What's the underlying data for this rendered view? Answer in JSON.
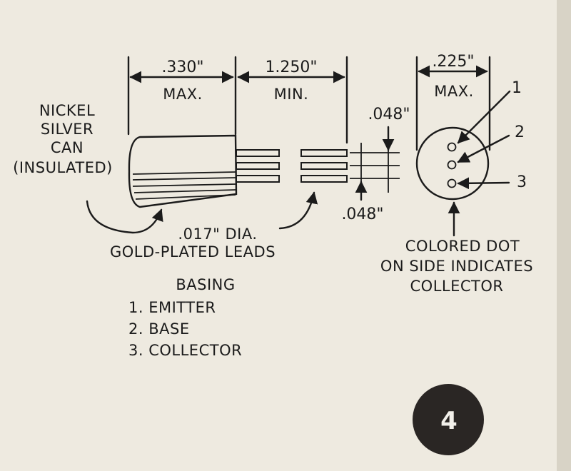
{
  "dimensions": {
    "can_length": ".330\"",
    "can_length_qualifier": "MAX.",
    "lead_length": "1.250\"",
    "lead_length_qualifier": "MIN.",
    "diameter": ".225\"",
    "diameter_qualifier": "MAX.",
    "lead_spacing_top": ".048\"",
    "lead_spacing_bottom": ".048\""
  },
  "can_label": [
    "NICKEL",
    "SILVER",
    "CAN",
    "(INSULATED)"
  ],
  "leads_label": [
    ".017\" DIA.",
    "GOLD-PLATED LEADS"
  ],
  "dot_label": [
    "COLORED DOT",
    "ON SIDE INDICATES",
    "COLLECTOR"
  ],
  "pin_numbers": [
    "1",
    "2",
    "3"
  ],
  "basing": {
    "title": "BASING",
    "items": [
      "1. EMITTER",
      "2. BASE",
      "3. COLLECTOR"
    ]
  },
  "figure_number": "4",
  "colors": {
    "paper": "#eeeae0",
    "ink": "#1b1b1b",
    "badge": "#2a2624"
  }
}
